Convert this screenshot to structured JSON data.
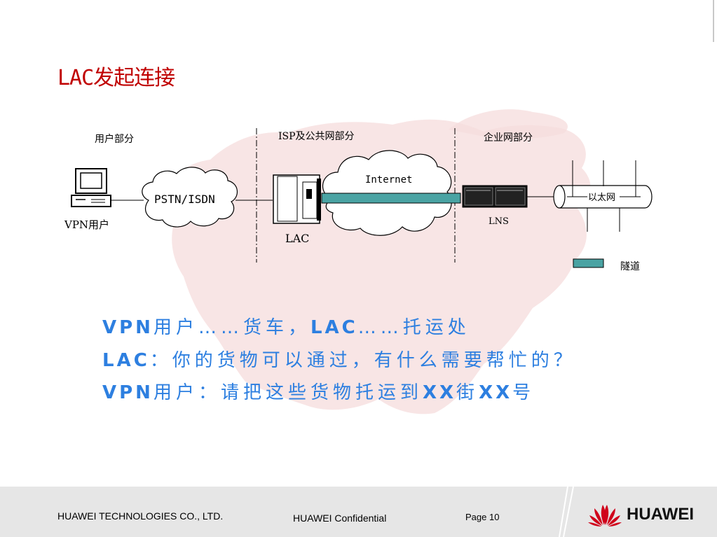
{
  "title": "LAC发起连接",
  "diagram": {
    "section_user": "用户部分",
    "section_isp": "ISP及公共网部分",
    "section_enterprise": "企业网部分",
    "pstn_label": "PSTN/ISDN",
    "internet_label": "Internet",
    "vpn_user_label": "VPN用户",
    "lac_label": "LAC",
    "lns_label": "LNS",
    "ethernet_label": "以太网",
    "legend_tunnel": "隧道",
    "tunnel_color": "#4aa3a3"
  },
  "captions": {
    "line1_a": "VPN",
    "line1_b": "用户……货车，",
    "line1_c": "LAC",
    "line1_d": "……托运处",
    "line2_a": "LAC",
    "line2_b": "：你的货物可以通过，有什么需要帮忙的？",
    "line3_a": "VPN",
    "line3_b": "用户：请把这些货物托运到",
    "line3_c": "XX",
    "line3_d": "街",
    "line3_e": "XX",
    "line3_f": "号",
    "color": "#2d7fe0"
  },
  "footer": {
    "company": "HUAWEI TECHNOLOGIES CO., LTD.",
    "confidential": "HUAWEI Confidential",
    "page": "Page 10",
    "brand": "HUAWEI",
    "brand_color": "#d0021b"
  }
}
